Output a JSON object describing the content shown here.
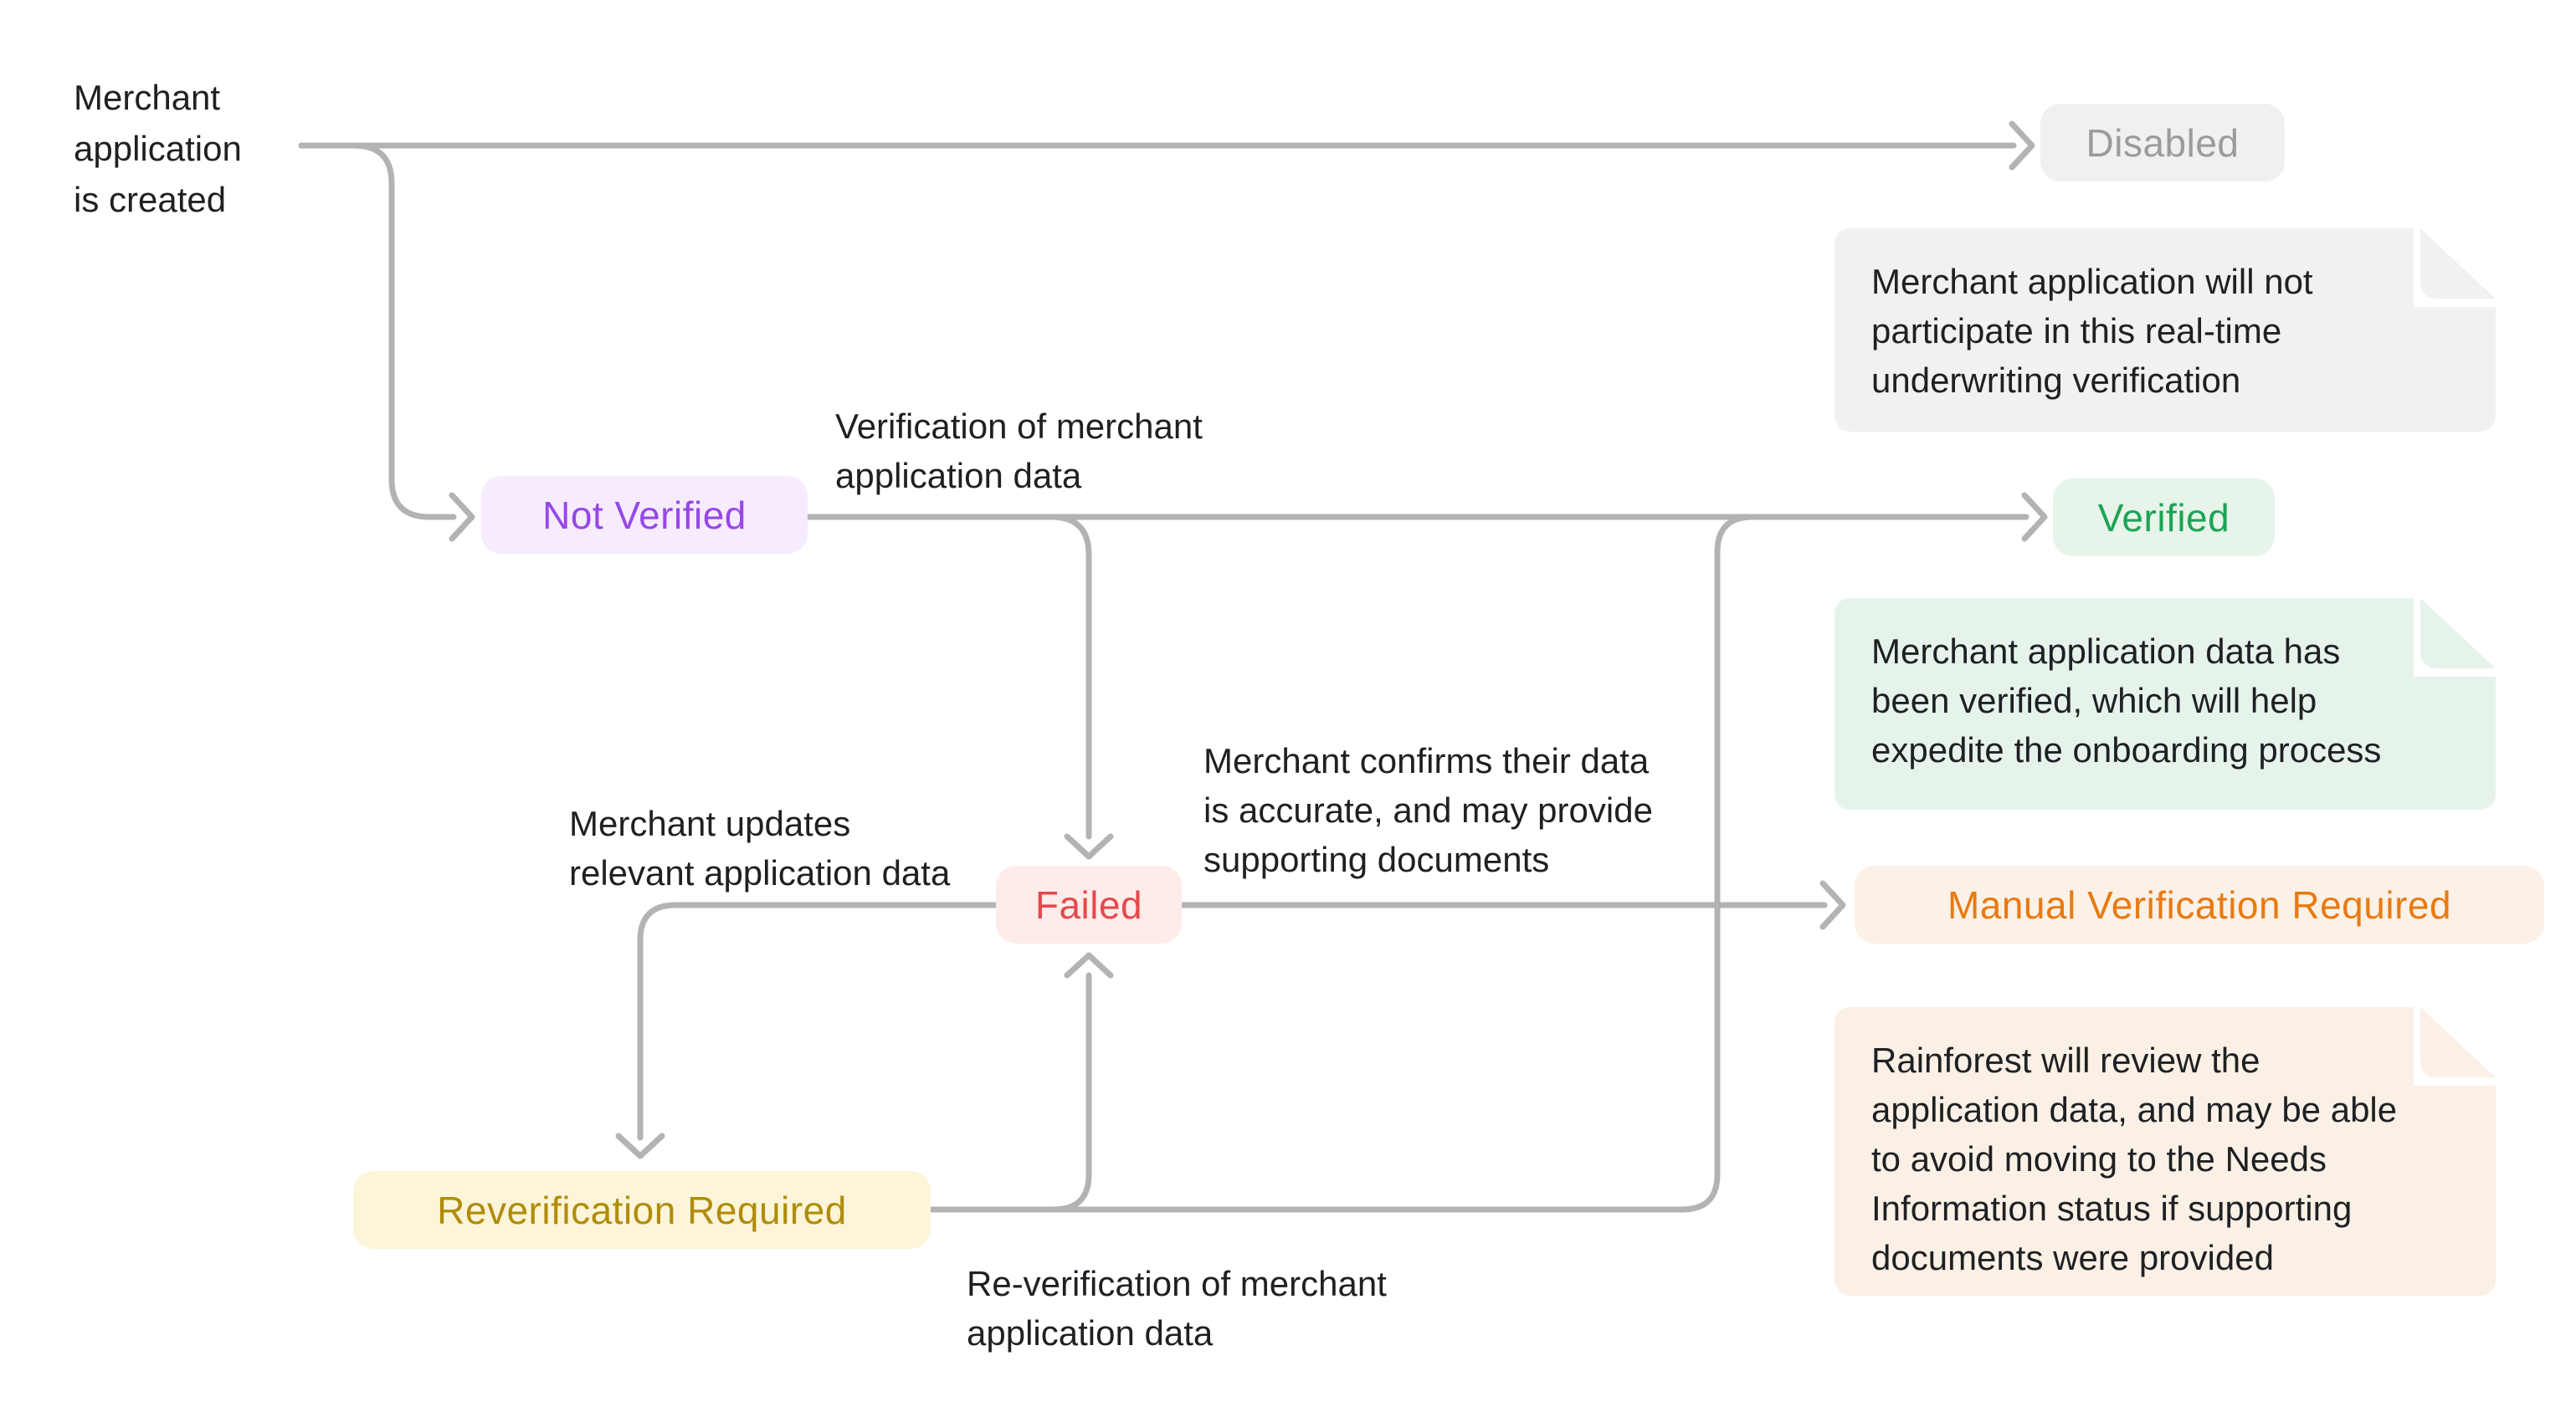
{
  "diagram": {
    "background_color": "#ffffff",
    "line_color": "#b3b3b3",
    "start_label": {
      "lines": [
        "Merchant",
        "application",
        "is created"
      ]
    },
    "nodes": {
      "disabled": {
        "label": "Disabled",
        "bg": "#f0f0f0",
        "text_color": "#9b9b9b"
      },
      "not_verified": {
        "label": "Not Verified",
        "bg": "#f6ecfe",
        "text_color": "#9747e8"
      },
      "verified": {
        "label": "Verified",
        "bg": "#e6f4ea",
        "text_color": "#1ea355"
      },
      "failed": {
        "label": "Failed",
        "bg": "#fdecea",
        "text_color": "#e5494d"
      },
      "manual_verification": {
        "label": "Manual Verification Required",
        "bg": "#fcf1e7",
        "text_color": "#e87a12"
      },
      "reverification": {
        "label": "Reverification Required",
        "bg": "#fcf5da",
        "text_color": "#b08c09"
      }
    },
    "edge_labels": {
      "verification": {
        "lines": [
          "Verification of merchant",
          "application data"
        ]
      },
      "confirms": {
        "lines": [
          "Merchant confirms their data",
          "is accurate, and may provide",
          "supporting documents"
        ]
      },
      "updates": {
        "lines": [
          "Merchant updates",
          "relevant application data"
        ]
      },
      "reverify": {
        "lines": [
          "Re-verification of merchant",
          "application data"
        ]
      }
    },
    "notes": {
      "disabled_note": {
        "bg": "#f1f1f1",
        "lines": [
          "Merchant application will not",
          "participate in this real-time",
          "underwriting verification"
        ]
      },
      "verified_note": {
        "bg": "#e6f3eb",
        "lines": [
          "Merchant application data has",
          "been verified, which will help",
          "expedite the onboarding process"
        ]
      },
      "manual_note": {
        "bg": "#faf0e6",
        "lines": [
          "Rainforest will review the",
          "application data, and may be able",
          "to avoid moving to the Needs",
          "Information status if supporting",
          "documents were provided"
        ]
      }
    }
  }
}
